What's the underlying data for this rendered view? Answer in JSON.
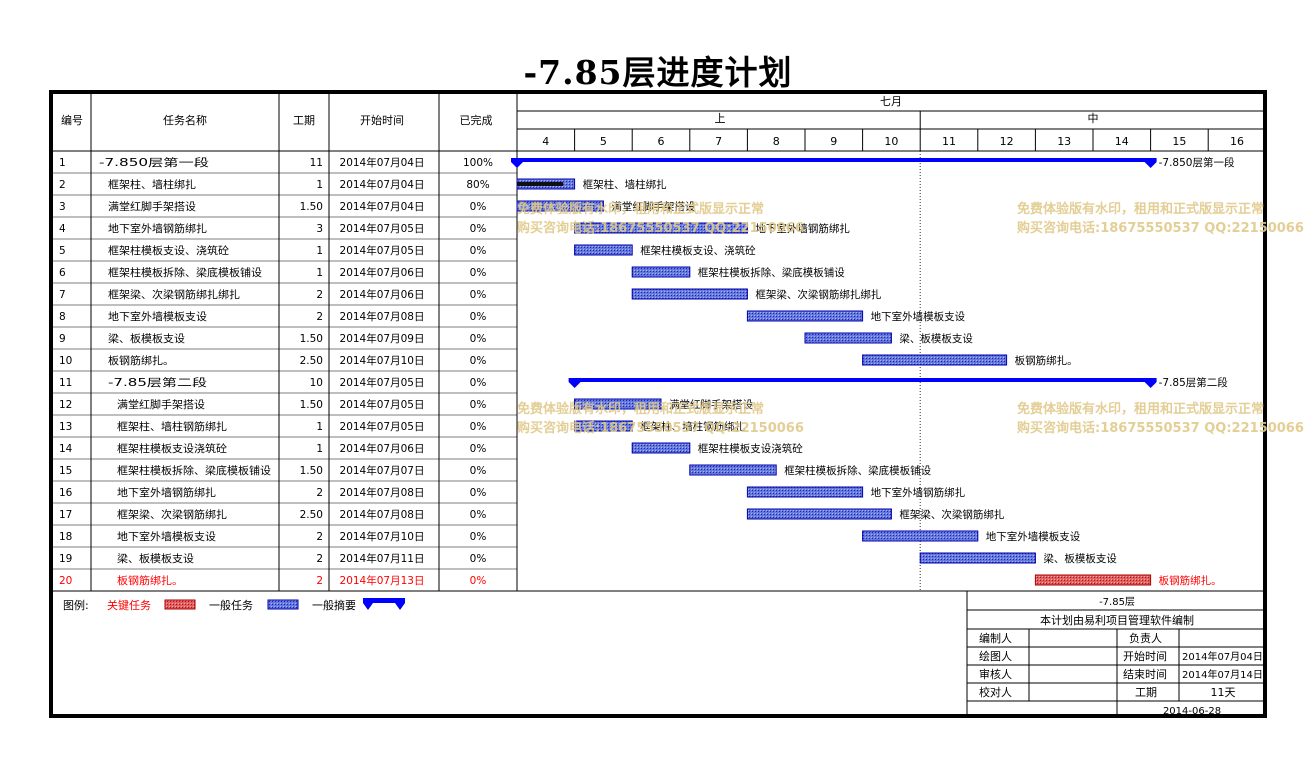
{
  "title": "-7.85层进度计划",
  "headers": {
    "no": "编号",
    "name": "任务名称",
    "duration": "工期",
    "start": "开始时间",
    "done": "已完成",
    "month": "七月",
    "period_upper": "上",
    "period_middle": "中",
    "days": [
      "4",
      "5",
      "6",
      "7",
      "8",
      "9",
      "10",
      "11",
      "12",
      "13",
      "14",
      "15",
      "16"
    ]
  },
  "chart_data": {
    "type": "gantt",
    "x_unit": "day (2014年07月)",
    "xlim": [
      4,
      17
    ],
    "today_marker_day": 11,
    "tasks": [
      {
        "no": "1",
        "name": "-7.850层第一段",
        "duration": "11",
        "start": "2014年07月04日",
        "done": "100%",
        "kind": "summary",
        "start_day": 4,
        "dur_days": 11,
        "progress": 1.0,
        "label": "-7.850层第一段",
        "indent": 0
      },
      {
        "no": "2",
        "name": "框架柱、墙柱绑扎",
        "duration": "1",
        "start": "2014年07月04日",
        "done": "80%",
        "kind": "task",
        "start_day": 4,
        "dur_days": 1,
        "progress": 0.8,
        "label": "框架柱、墙柱绑扎",
        "indent": 1
      },
      {
        "no": "3",
        "name": "满堂红脚手架搭设",
        "duration": "1.50",
        "start": "2014年07月04日",
        "done": "0%",
        "kind": "task",
        "start_day": 4,
        "dur_days": 1.5,
        "progress": 0,
        "label": "满堂红脚手架搭设",
        "indent": 1
      },
      {
        "no": "4",
        "name": "地下室外墙钢筋绑扎",
        "duration": "3",
        "start": "2014年07月05日",
        "done": "0%",
        "kind": "task",
        "start_day": 5,
        "dur_days": 3,
        "progress": 0,
        "label": "地下室外墙钢筋绑扎",
        "indent": 1
      },
      {
        "no": "5",
        "name": "框架柱模板支设、浇筑砼",
        "duration": "1",
        "start": "2014年07月05日",
        "done": "0%",
        "kind": "task",
        "start_day": 5,
        "dur_days": 1,
        "progress": 0,
        "label": "框架柱模板支设、浇筑砼",
        "indent": 1
      },
      {
        "no": "6",
        "name": "框架柱模板拆除、梁底模板铺设",
        "duration": "1",
        "start": "2014年07月06日",
        "done": "0%",
        "kind": "task",
        "start_day": 6,
        "dur_days": 1,
        "progress": 0,
        "label": "框架柱模板拆除、梁底模板铺设",
        "indent": 1
      },
      {
        "no": "7",
        "name": "框架梁、次梁钢筋绑扎绑扎",
        "duration": "2",
        "start": "2014年07月06日",
        "done": "0%",
        "kind": "task",
        "start_day": 6,
        "dur_days": 2,
        "progress": 0,
        "label": "框架梁、次梁钢筋绑扎绑扎",
        "indent": 1
      },
      {
        "no": "8",
        "name": "地下室外墙模板支设",
        "duration": "2",
        "start": "2014年07月08日",
        "done": "0%",
        "kind": "task",
        "start_day": 8,
        "dur_days": 2,
        "progress": 0,
        "label": "地下室外墙模板支设",
        "indent": 1
      },
      {
        "no": "9",
        "name": "梁、板模板支设",
        "duration": "1.50",
        "start": "2014年07月09日",
        "done": "0%",
        "kind": "task",
        "start_day": 9,
        "dur_days": 1.5,
        "progress": 0,
        "label": "梁、板模板支设",
        "indent": 1
      },
      {
        "no": "10",
        "name": "板钢筋绑扎。",
        "duration": "2.50",
        "start": "2014年07月10日",
        "done": "0%",
        "kind": "task",
        "start_day": 10,
        "dur_days": 2.5,
        "progress": 0,
        "label": "板钢筋绑扎。",
        "indent": 1
      },
      {
        "no": "11",
        "name": "-7.85层第二段",
        "duration": "10",
        "start": "2014年07月05日",
        "done": "0%",
        "kind": "summary",
        "start_day": 5,
        "dur_days": 10,
        "progress": 0,
        "label": "-7.85层第二段",
        "indent": 1
      },
      {
        "no": "12",
        "name": "满堂红脚手架搭设",
        "duration": "1.50",
        "start": "2014年07月05日",
        "done": "0%",
        "kind": "task",
        "start_day": 5,
        "dur_days": 1.5,
        "progress": 0,
        "label": "满堂红脚手架搭设",
        "indent": 2
      },
      {
        "no": "13",
        "name": "框架柱、墙柱钢筋绑扎",
        "duration": "1",
        "start": "2014年07月05日",
        "done": "0%",
        "kind": "task",
        "start_day": 5,
        "dur_days": 1,
        "progress": 0,
        "label": "框架柱、墙柱钢筋绑扎",
        "indent": 2
      },
      {
        "no": "14",
        "name": "框架柱模板支设浇筑砼",
        "duration": "1",
        "start": "2014年07月06日",
        "done": "0%",
        "kind": "task",
        "start_day": 6,
        "dur_days": 1,
        "progress": 0,
        "label": "框架柱模板支设浇筑砼",
        "indent": 2
      },
      {
        "no": "15",
        "name": "框架柱模板拆除、梁底模板铺设",
        "duration": "1.50",
        "start": "2014年07月07日",
        "done": "0%",
        "kind": "task",
        "start_day": 7,
        "dur_days": 1.5,
        "progress": 0,
        "label": "框架柱模板拆除、梁底模板铺设",
        "indent": 2
      },
      {
        "no": "16",
        "name": "地下室外墙钢筋绑扎",
        "duration": "2",
        "start": "2014年07月08日",
        "done": "0%",
        "kind": "task",
        "start_day": 8,
        "dur_days": 2,
        "progress": 0,
        "label": "地下室外墙钢筋绑扎",
        "indent": 2
      },
      {
        "no": "17",
        "name": "框架梁、次梁钢筋绑扎",
        "duration": "2.50",
        "start": "2014年07月08日",
        "done": "0%",
        "kind": "task",
        "start_day": 8,
        "dur_days": 2.5,
        "progress": 0,
        "label": "框架梁、次梁钢筋绑扎",
        "indent": 2
      },
      {
        "no": "18",
        "name": "地下室外墙模板支设",
        "duration": "2",
        "start": "2014年07月10日",
        "done": "0%",
        "kind": "task",
        "start_day": 10,
        "dur_days": 2,
        "progress": 0,
        "label": "地下室外墙模板支设",
        "indent": 2
      },
      {
        "no": "19",
        "name": "梁、板模板支设",
        "duration": "2",
        "start": "2014年07月11日",
        "done": "0%",
        "kind": "task",
        "start_day": 11,
        "dur_days": 2,
        "progress": 0,
        "label": "梁、板模板支设",
        "indent": 2
      },
      {
        "no": "20",
        "name": "板钢筋绑扎。",
        "duration": "2",
        "start": "2014年07月13日",
        "done": "0%",
        "kind": "critical",
        "start_day": 13,
        "dur_days": 2,
        "progress": 0,
        "label": "板钢筋绑扎。",
        "indent": 2
      }
    ]
  },
  "legend": {
    "label": "图例:",
    "critical": "关键任务",
    "normal": "一般任务",
    "summary": "一般摘要"
  },
  "info": {
    "project": "-7.85层",
    "note": "本计划由易利项目管理软件编制",
    "editor_label": "编制人",
    "owner_label": "负责人",
    "drawer_label": "绘图人",
    "start_label": "开始时间",
    "start_value": "2014年07月04日",
    "reviewer_label": "审核人",
    "end_label": "结束时间",
    "end_value": "2014年07月14日",
    "checker_label": "校对人",
    "duration_label": "工期",
    "duration_value": "11天",
    "date": "2014-06-28"
  },
  "watermark": {
    "line1": "免费体验版有水印，租用和正式版显示正常",
    "line2": "购买咨询电话:18675550537 QQ:22150066"
  },
  "colors": {
    "summary": "#0000ff",
    "task_fill": "#5c6fd8",
    "task_border": "#0000aa",
    "critical_fill": "#e05050",
    "critical_border": "#aa0000",
    "critical_text": "#ff0000",
    "watermark": "#e0c98a"
  }
}
